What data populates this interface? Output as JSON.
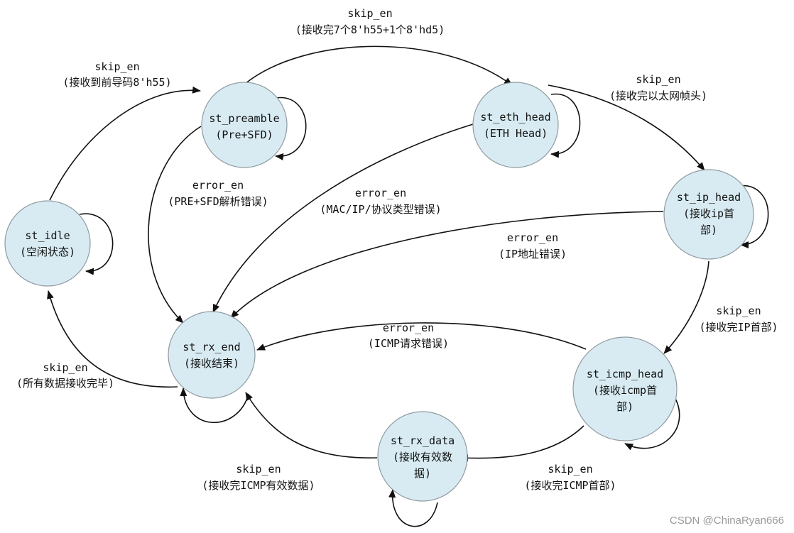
{
  "states": {
    "idle": {
      "name": "st_idle",
      "desc": "(空闲状态)"
    },
    "preamble": {
      "name": "st_preamble",
      "desc": "(Pre+SFD)"
    },
    "eth_head": {
      "name": "st_eth_head",
      "desc": "(ETH Head)"
    },
    "ip_head": {
      "name": "st_ip_head",
      "desc": "(接收ip首",
      "desc2": "部)"
    },
    "rx_end": {
      "name": "st_rx_end",
      "desc": "(接收结束)"
    },
    "icmp_head": {
      "name": "st_icmp_head",
      "desc": "(接收icmp首",
      "desc2": "部)"
    },
    "rx_data": {
      "name": "st_rx_data",
      "desc": "(接收有效数",
      "desc2": "据)"
    }
  },
  "transitions": {
    "idle_to_preamble": {
      "signal": "skip_en",
      "condition": "(接收到前导码8'h55)"
    },
    "preamble_to_eth": {
      "signal": "skip_en",
      "condition": "(接收完7个8'h55+1个8'hd5)"
    },
    "eth_to_ip": {
      "signal": "skip_en",
      "condition": "(接收完以太网帧头)"
    },
    "preamble_to_end": {
      "signal": "error_en",
      "condition": "(PRE+SFD解析错误)"
    },
    "eth_to_end": {
      "signal": "error_en",
      "condition": "(MAC/IP/协议类型错误)"
    },
    "ip_to_end": {
      "signal": "error_en",
      "condition": "(IP地址错误)"
    },
    "ip_to_icmp": {
      "signal": "skip_en",
      "condition": "(接收完IP首部)"
    },
    "icmp_to_end": {
      "signal": "error_en",
      "condition": "(ICMP请求错误)"
    },
    "end_to_idle": {
      "signal": "skip_en",
      "condition": "(所有数据接收完毕)"
    },
    "icmp_to_data": {
      "signal": "skip_en",
      "condition": "(接收完ICMP首部)"
    },
    "data_to_end": {
      "signal": "skip_en",
      "condition": "(接收完ICMP有效数据)"
    }
  },
  "watermark": "CSDN @ChinaRyan666"
}
